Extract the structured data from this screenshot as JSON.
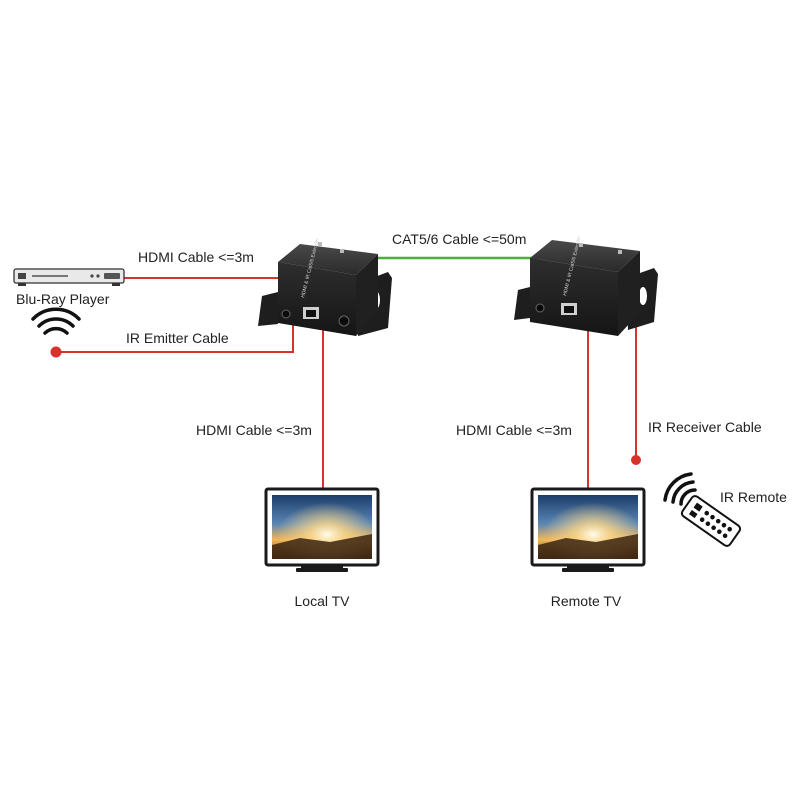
{
  "colors": {
    "cable_red": "#d8322c",
    "cable_green": "#4caf3a",
    "device_dark": "#2b2b2b",
    "background": "#ffffff"
  },
  "labels": {
    "hdmi_top": "HDMI Cable <=3m",
    "blu_ray": "Blu-Ray Player",
    "ir_emitter": "IR Emitter Cable",
    "cat": "CAT5/6 Cable <=50m",
    "hdmi_local": "HDMI Cable <=3m",
    "hdmi_remote": "HDMI Cable <=3m",
    "ir_receiver": "IR Receiver Cable",
    "ir_remote": "IR Remote",
    "local_tv": "Local TV",
    "remote_tv": "Remote TV",
    "device_label": "HDMI & IR Cat5/6 Extender"
  },
  "icons": [
    "blu-ray-player-icon",
    "ir-wave-icon",
    "transmitter-box",
    "receiver-box",
    "tv-icon",
    "ir-remote-icon"
  ]
}
